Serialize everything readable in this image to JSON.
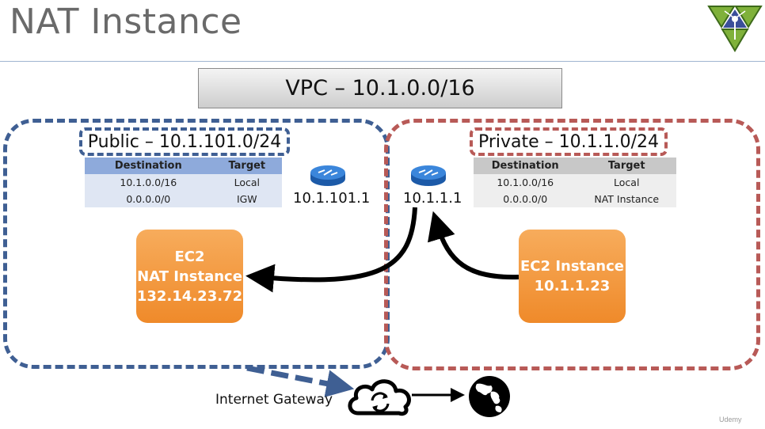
{
  "title": "NAT Instance",
  "vpc": {
    "label": "VPC – 10.1.0.0/16"
  },
  "public_subnet": {
    "label": "Public – 10.1.101.0/24",
    "route_table": {
      "headers": [
        "Destination",
        "Target"
      ],
      "rows": [
        [
          "10.1.0.0/16",
          "Local"
        ],
        [
          "0.0.0.0/0",
          "IGW"
        ]
      ]
    },
    "router_ip": "10.1.101.1",
    "ec2": {
      "line1": "EC2",
      "line2": "NAT Instance",
      "line3": "132.14.23.72"
    }
  },
  "private_subnet": {
    "label": "Private – 10.1.1.0/24",
    "route_table": {
      "headers": [
        "Destination",
        "Target"
      ],
      "rows": [
        [
          "10.1.0.0/16",
          "Local"
        ],
        [
          "0.0.0.0/0",
          "NAT Instance"
        ]
      ]
    },
    "router_ip": "10.1.1.1",
    "ec2": {
      "line1": "EC2 Instance",
      "line2": "10.1.1.23"
    }
  },
  "internet_gateway": {
    "label": "Internet Gateway"
  },
  "watermark": "Udemy",
  "colors": {
    "public_border": "#3f5f93",
    "private_border": "#b85a57",
    "ec2_orange": "#f29637",
    "public_table_header": "#8eaadb",
    "private_table_header": "#c8c8c8",
    "router_blue": "#2a6fc9"
  },
  "icons": [
    "router-icon",
    "cloud-sync-icon",
    "globe-icon",
    "logo-icon"
  ]
}
